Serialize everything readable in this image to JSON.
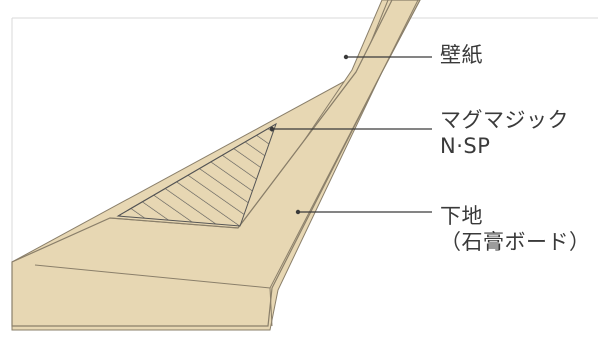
{
  "labels": {
    "wallpaper": "壁紙",
    "magmagic_line1": "マグマジック",
    "magmagic_line2": "N·SP",
    "substrate_line1": "下地",
    "substrate_line2": "（石膏ボード）"
  },
  "colors": {
    "board": "#e7d7b3",
    "board_stroke": "#8a7f6a",
    "leader": "#3a3a3a",
    "hatch": "#555555",
    "frame": "#d8d8d8"
  }
}
